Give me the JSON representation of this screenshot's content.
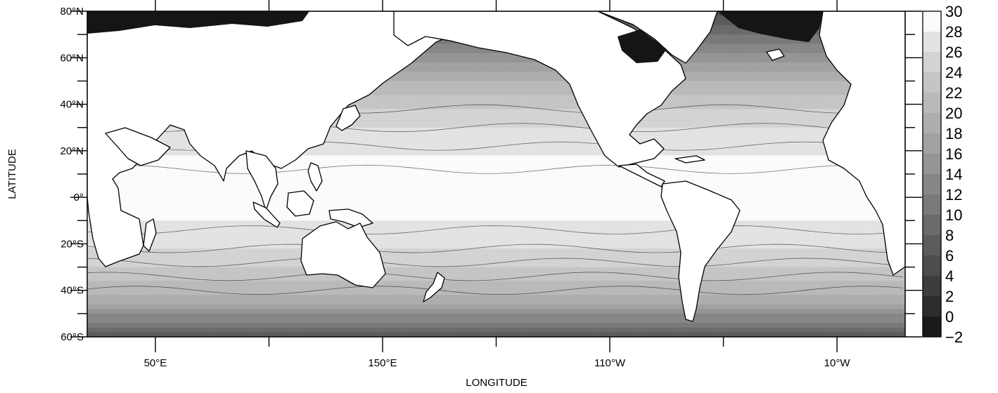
{
  "map": {
    "xlabel": "LONGITUDE",
    "ylabel": "LATITUDE",
    "lat_ticks": [
      {
        "lat": 80,
        "label": "80°N"
      },
      {
        "lat": 60,
        "label": "60°N"
      },
      {
        "lat": 40,
        "label": "40°N"
      },
      {
        "lat": 20,
        "label": "20°N"
      },
      {
        "lat": 0,
        "label": "0°"
      },
      {
        "lat": -20,
        "label": "20°S"
      },
      {
        "lat": -40,
        "label": "40°S"
      },
      {
        "lat": -60,
        "label": "60°S"
      }
    ],
    "lon_ticks": [
      {
        "lon": 50,
        "label": "50°E"
      },
      {
        "lon": 150,
        "label": "150°E"
      },
      {
        "lon": 250,
        "label": "110°W"
      },
      {
        "lon": 350,
        "label": "10°W"
      }
    ],
    "lon_range": [
      20,
      380
    ],
    "lat_range": [
      -60,
      80
    ]
  },
  "colorbar": {
    "levels": [
      "30",
      "28",
      "26",
      "24",
      "22",
      "20",
      "18",
      "16",
      "14",
      "12",
      "10",
      "8",
      "6",
      "4",
      "2",
      "0",
      "−2"
    ],
    "colors": [
      "#ffffff",
      "#e6e6e6",
      "#d6d6d6",
      "#c8c8c8",
      "#bcbcbc",
      "#b0b0b0",
      "#a4a4a4",
      "#979797",
      "#898989",
      "#7b7b7b",
      "#6c6c6c",
      "#5d5d5d",
      "#4e4e4e",
      "#3e3e3e",
      "#2d2d2d",
      "#1a1a1a"
    ]
  }
}
